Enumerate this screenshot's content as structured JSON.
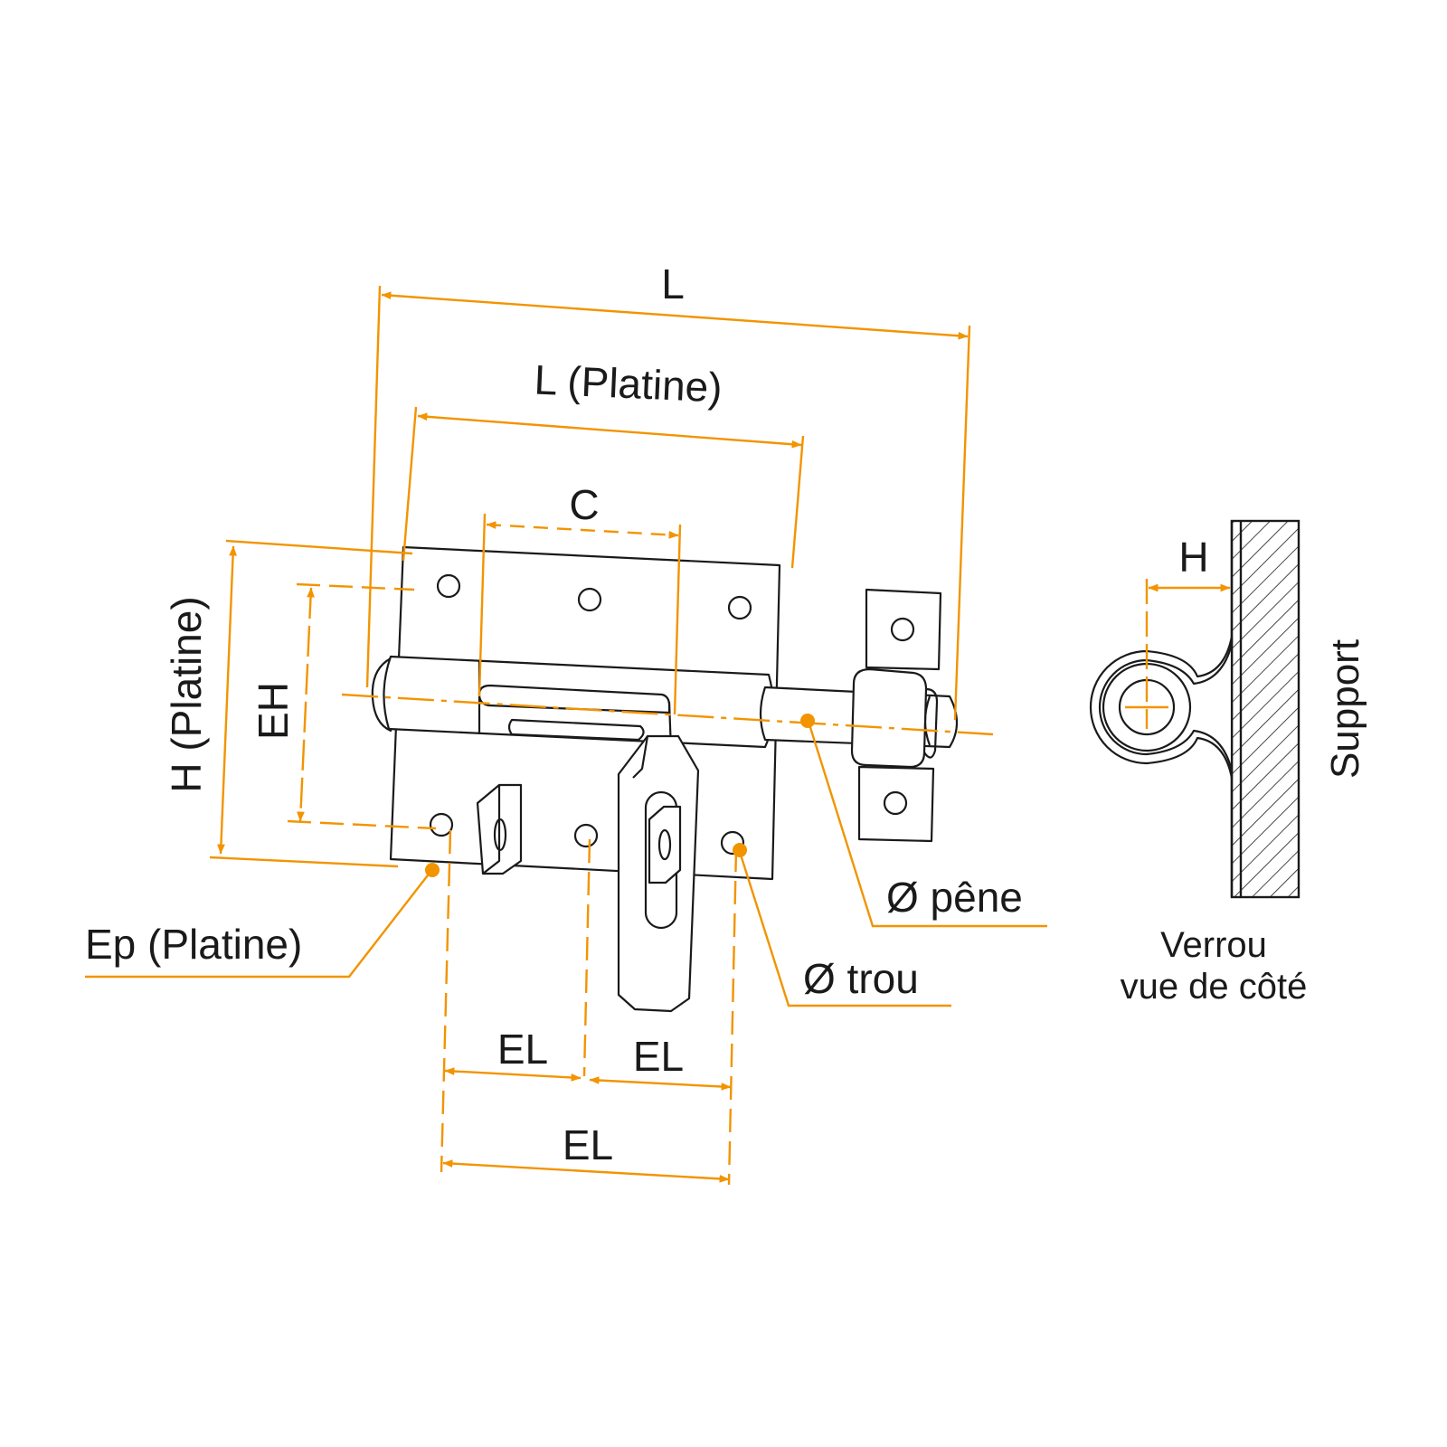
{
  "colors": {
    "dimension": "#f29400",
    "ink": "#1a1a1a",
    "background": "#ffffff"
  },
  "labels": {
    "l_total": "L",
    "l_platine": "L (Platine)",
    "c": "C",
    "h_platine": "H (Platine)",
    "eh": "EH",
    "ep_platine": "Ep (Platine)",
    "el_left": "EL",
    "el_right": "EL",
    "el_total": "EL",
    "diam_pene": "Ø pêne",
    "diam_trou": "Ø trou",
    "h_side": "H",
    "support": "Support",
    "side_view_line1": "Verrou",
    "side_view_line2": "vue de côté"
  }
}
